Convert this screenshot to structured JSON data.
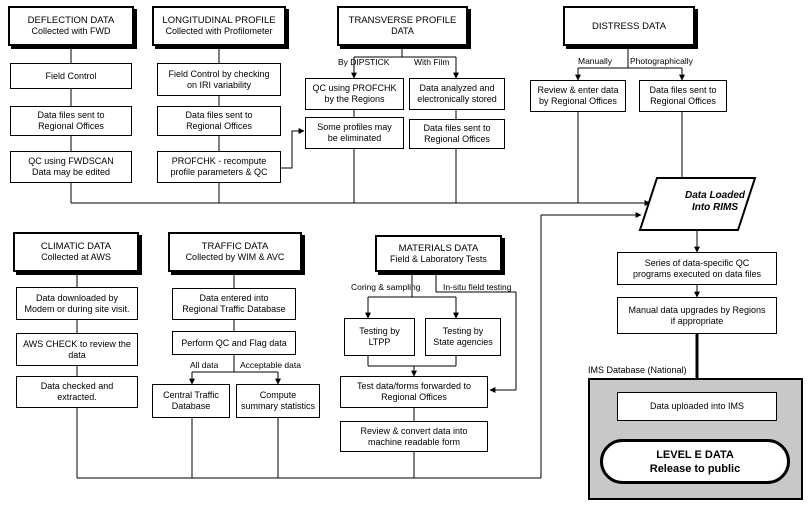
{
  "deflection": {
    "title": "DEFLECTION DATA",
    "sub": "Collected with FWD",
    "steps": [
      "Field Control",
      "Data files sent to",
      "Regional Offices",
      "QC using FWDSCAN",
      "Data may be edited"
    ]
  },
  "longitudinal": {
    "title": "LONGITUDINAL PROFILE",
    "sub": "Collected with Profilometer",
    "steps": [
      "Field Control by checking",
      "on IRI variability",
      "Data files sent to",
      "Regional Offices",
      "PROFCHK - recompute",
      "profile parameters & QC"
    ]
  },
  "transverse": {
    "title": "TRANSVERSE PROFILE",
    "sub": "DATA",
    "branch_left": "By DIPSTICK",
    "branch_right": "With Film",
    "steps": [
      "QC using PROFCHK",
      "by the Regions",
      "Data analyzed and",
      "electronically stored",
      "Some profiles may",
      "be eliminated",
      "Data files sent to",
      "Regional Offices"
    ]
  },
  "distress": {
    "title": "DISTRESS DATA",
    "branch_left": "Manually",
    "branch_right": "Photographically",
    "steps": [
      "Review & enter data",
      "by Regional Offices",
      "Data files sent to",
      "Regional Offices"
    ]
  },
  "climatic": {
    "title": "CLIMATIC DATA",
    "sub": "Collected at AWS",
    "steps": [
      "Data downloaded by",
      "Modem or during site visit.",
      "AWS CHECK to review the",
      "data",
      "Data checked and",
      "extracted."
    ]
  },
  "traffic": {
    "title": "TRAFFIC DATA",
    "sub": "Collected by WIM & AVC",
    "steps": [
      "Data entered into",
      "Regional Traffic Database",
      "Perform QC and Flag data",
      "Central Traffic",
      "Database",
      "Compute",
      "summary statistics"
    ],
    "branch_left": "All data",
    "branch_right": "Acceptable data"
  },
  "materials": {
    "title": "MATERIALS DATA",
    "sub": "Field & Laboratory Tests",
    "branch_left": "Coring & sampling",
    "branch_right": "In-situ field testing",
    "steps": [
      "Testing by",
      "LTPP",
      "Testing by",
      "State agencies",
      "Test data/forms forwarded to",
      "Regional Offices",
      "Review & convert data into",
      "machine readable form"
    ]
  },
  "rims": {
    "line1": "Data Loaded",
    "line2": "Into RIMS",
    "qc1": "Series of data-specific QC",
    "qc2": "programs executed on data files",
    "man1": "Manual data upgrades by Regions",
    "man2": "if appropriate"
  },
  "ims": {
    "panel_label": "IMS Database (National)",
    "upload": "Data uploaded into IMS",
    "level1": "LEVEL E  DATA",
    "level2": "Release to public"
  }
}
